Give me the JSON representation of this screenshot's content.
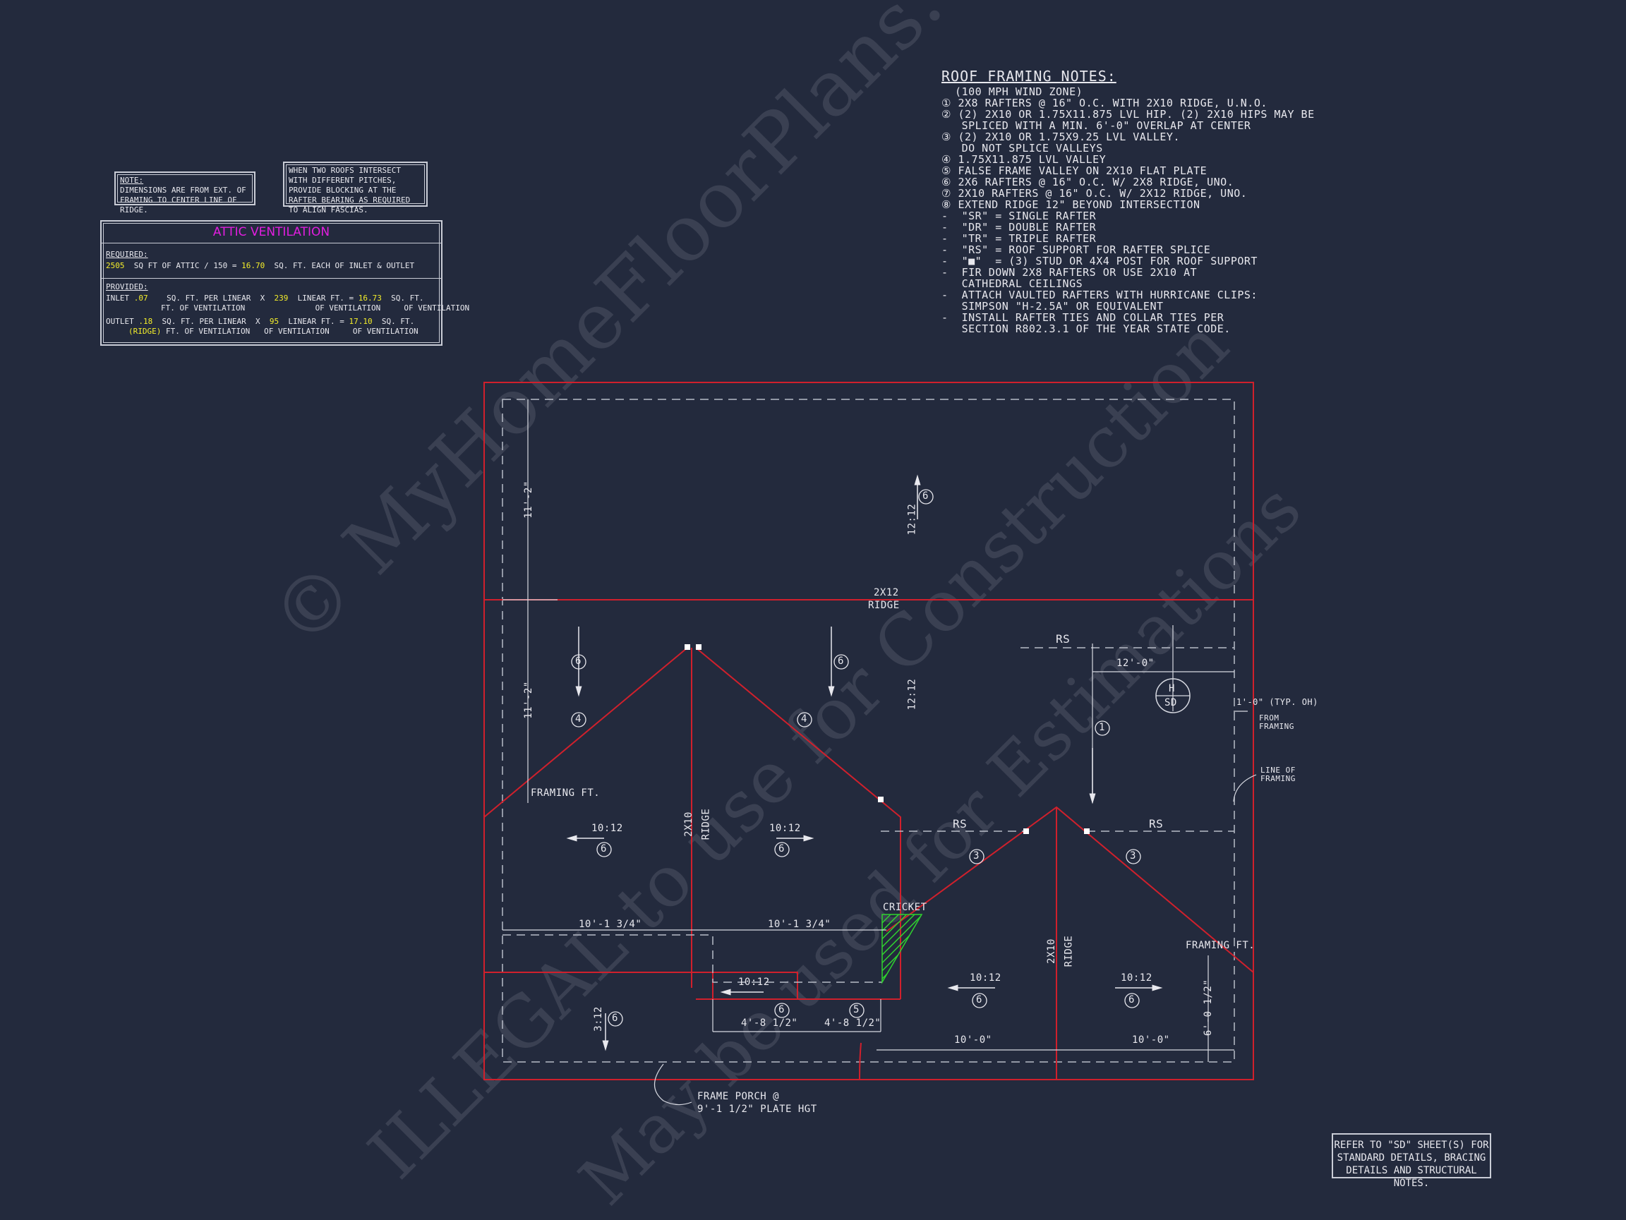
{
  "roof_notes": {
    "title": "ROOF FRAMING NOTES:",
    "lines": [
      "  (100 MPH WIND ZONE)",
      "① 2x8 RAFTERS @ 16\" O.C. WITH 2X10 RIDGE, U.N.O.",
      "② (2) 2x10 OR 1.75x11.875 LVL HIP. (2) 2x10 HIPS MAY BE",
      "   SPLICED WITH A MIN. 6'-0\" OVERLAP AT CENTER",
      "③ (2) 2x10 OR 1.75x9.25 LVL VALLEY.",
      "   DO NOT SPLICE VALLEYS",
      "④ 1.75x11.875 LVL VALLEY",
      "⑤ FALSE FRAME VALLEY ON 2x10 FLAT PLATE",
      "⑥ 2x6 RAFTERS @ 16\" O.C. W/ 2x8 RIDGE, UNO.",
      "⑦ 2x10 RAFTERS @ 16\" O.C. W/ 2x12 RIDGE, UNO.",
      "⑧ EXTEND RIDGE 12\" BEYOND INTERSECTION",
      "-  \"SR\" = SINGLE RAFTER",
      "-  \"DR\" = DOUBLE RAFTER",
      "-  \"TR\" = TRIPLE RAFTER",
      "-  \"RS\" = ROOF SUPPORT FOR RAFTER SPLICE",
      "-  \"■\"  = (3) STUD OR 4x4 POST FOR ROOF SUPPORT",
      "-  FIR DOWN 2x8 RAFTERS OR USE 2x10 AT",
      "   CATHEDRAL CEILINGS",
      "-  ATTACH VAULTED RAFTERS WITH HURRICANE CLIPS:",
      "   SIMPSON \"H-2.5A\" OR EQUIVALENT",
      "-  INSTALL RAFTER TIES AND COLLAR TIES PER",
      "   SECTION R802.3.1 OF THE YEAR STATE CODE."
    ]
  },
  "note_box": {
    "title": "NOTE:",
    "text": "DIMENSIONS ARE FROM EXT. OF FRAMING TO CENTER LINE OF RIDGE."
  },
  "pitch_note": "WHEN TWO ROOFS INTERSECT WITH DIFFERENT PITCHES, PROVIDE BLOCKING AT THE RAFTER BEARING AS REQUIRED TO ALIGN FASCIAS.",
  "attic": {
    "title": "ATTIC VENTILATION",
    "required_label": "REQUIRED:",
    "sqft_attic": "2505",
    "req_text1": "SQ FT OF ATTIC / 150 =",
    "req_value": "16.70",
    "req_text2": "SQ. FT. EACH OF INLET & OUTLET",
    "provided_label": "PROVIDED:",
    "inlet_label": "INLET",
    "inlet_rate": ".07",
    "inlet_len": "239",
    "inlet_total": "16.73",
    "outlet_label": "OUTLET",
    "outlet_rate": ".18",
    "outlet_ridge": "(RIDGE)",
    "outlet_len": "95",
    "outlet_total": "17.10",
    "t_sqft_per_linear": "SQ. FT. PER LINEAR",
    "t_ft_of_vent": "FT. OF VENTILATION",
    "t_linear_ft": "LINEAR FT. =",
    "t_of_vent": "OF VENTILATION",
    "t_sqft": "SQ. FT.",
    "t_x": "x"
  },
  "plan_labels": {
    "ridge_main": "2X12",
    "ridge_word": "RIDGE",
    "ridge_2x10": "2X10",
    "rs": "RS",
    "dim_12_0": "12'-0\"",
    "dim_11_2": "11'-2\"",
    "dim_10_1_3_4": "10'-1 3/4\"",
    "dim_10_0": "10'-0\"",
    "dim_4_8_1_2": "4'-8 1/2\"",
    "dim_6_0_1_2": "6'-0 1/2\"",
    "dim_1_0": "1'-0\" (TYP. OH)",
    "from_framing": "FROM FRAMING",
    "line_of_framing": "LINE OF FRAMING",
    "framing_ft": "FRAMING FT.",
    "cricket": "CRICKET",
    "pitch_12_12": "12:12",
    "pitch_10_12": "10:12",
    "pitch_3_12": "3:12",
    "porch_1": "FRAME PORCH @",
    "porch_2": "9'-1 1/2\" PLATE HGT",
    "h": "H",
    "sd": "SD",
    "n1": "1",
    "n3": "3",
    "n4": "4",
    "n5": "5",
    "n6": "6"
  },
  "ref_note": "REFER TO \"SD\" SHEET(S) FOR STANDARD DETAILS, BRACING DETAILS AND STRUCTURAL NOTES.",
  "watermark": {
    "line1": "© MyHomeFloorPlans.com",
    "line2": "ILLEGAL to use for Construction",
    "line3": "May be used for Estimations"
  }
}
